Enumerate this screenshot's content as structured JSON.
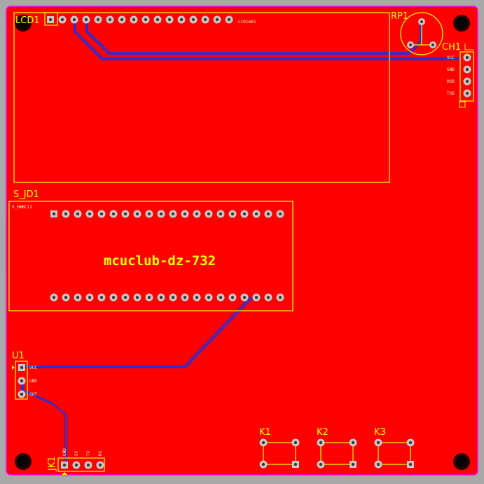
{
  "board": {
    "title": "mcuclub-dz-732",
    "colors": {
      "background": "#a8a8a8",
      "copper": "#ff0000",
      "outline": "#ff00ff",
      "silkscreen": "#ffff00",
      "track": "#2d2dd0",
      "pad": "#c8c8c8"
    }
  },
  "components": {
    "lcd": {
      "ref": "LCD1",
      "value": "LCD1602"
    },
    "pot": {
      "ref": "RP1"
    },
    "header": {
      "ref": "CH1",
      "pins": [
        "VCC",
        "GND",
        "RXD",
        "TXD"
      ]
    },
    "module": {
      "ref": "S_JD1",
      "value": "S_HWBC12"
    },
    "regulator": {
      "ref": "U1",
      "pins": [
        "VCC",
        "GND",
        "OUT"
      ]
    },
    "jack": {
      "ref": "JK1",
      "pins": [
        "GND",
        "5V",
        "TX",
        "RX"
      ]
    },
    "keys": [
      "K1",
      "K2",
      "K3"
    ]
  }
}
